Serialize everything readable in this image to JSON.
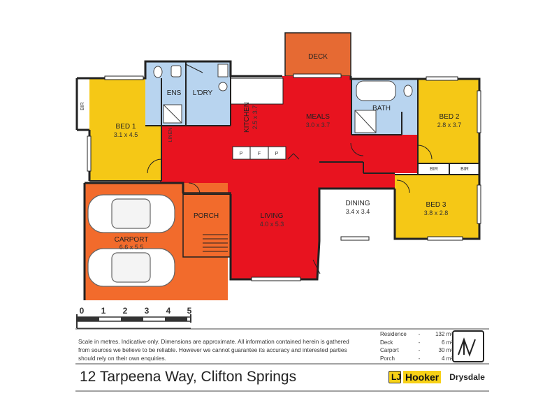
{
  "rooms": {
    "deck": {
      "name": "DECK"
    },
    "ens": {
      "name": "ENS"
    },
    "laundry": {
      "name": "L'DRY"
    },
    "kitchen": {
      "name": "KITCHEN",
      "dims": "2.5 x 3.7"
    },
    "meals": {
      "name": "MEALS",
      "dims": "3.0 x 3.7"
    },
    "bath": {
      "name": "BATH"
    },
    "bed1": {
      "name": "BED 1",
      "dims": "3.1 x 4.5"
    },
    "bed2": {
      "name": "BED 2",
      "dims": "2.8 x 3.7"
    },
    "bed3": {
      "name": "BED 3",
      "dims": "3.8 x 2.8"
    },
    "living": {
      "name": "LIVING",
      "dims": "4.0 x 5.3"
    },
    "dining": {
      "name": "DINING",
      "dims": "3.4 x 3.4"
    },
    "carport": {
      "name": "CARPORT",
      "dims": "6.6 x 5.5"
    },
    "porch": {
      "name": "PORCH"
    }
  },
  "fixtures": {
    "bir": "BIR",
    "linen": "LINEN",
    "pantry": "P",
    "fridge": "F"
  },
  "scale": {
    "ticks": [
      "0",
      "1",
      "2",
      "3",
      "4",
      "5"
    ]
  },
  "disclaimer": "Scale in metres. Indicative only. Dimensions are approximate.  All information contained herein is gathered from sources we believe to be reliable. However we cannot guarantee its accuracy and interested parties should rely on their own enquiries.",
  "areas": [
    {
      "name": "Residence",
      "dash": "-",
      "value": "132 m²"
    },
    {
      "name": "Deck",
      "dash": "-",
      "value": "6 m²"
    },
    {
      "name": "Carport",
      "dash": "-",
      "value": "30 m²"
    },
    {
      "name": "Porch",
      "dash": "-",
      "value": "4 m²"
    }
  ],
  "address": "12 Tarpeena Way, Clifton Springs",
  "brand": {
    "mark": "LJ",
    "name": "Hooker",
    "office": "Drysdale"
  },
  "colors": {
    "living_red": "#e8131f",
    "bedroom_yellow": "#f5c816",
    "wet_blue": "#b8d4ef",
    "carport_orange": "#f26b2c",
    "deck_orange": "#e66a33",
    "wall": "#222222"
  }
}
